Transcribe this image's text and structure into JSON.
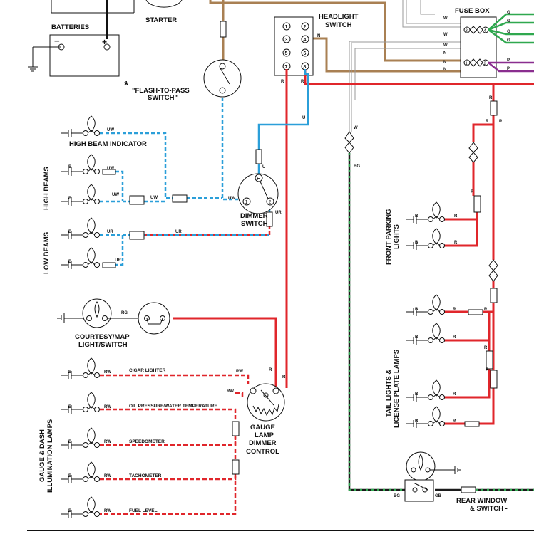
{
  "labels": {
    "batteries": "BATTERIES",
    "starter": "STARTER",
    "headlight_switch_1": "HEADLIGHT",
    "headlight_switch_2": "SWITCH",
    "fuse_box": "FUSE BOX",
    "flash_star": "*",
    "flash_1": "\"FLASH-TO-PASS",
    "flash_2": "SWITCH\"",
    "high_beam_indicator": "HIGH BEAM INDICATOR",
    "high_beams": "HIGH BEAMS",
    "low_beams": "LOW BEAMS",
    "dimmer_1": "DIMMER",
    "dimmer_2": "SWITCH",
    "courtesy_1": "COURTESY/MAP",
    "courtesy_2": "LIGHT/SWITCH",
    "gauge_dash_1": "GAUGE & DASH",
    "gauge_dash_2": "ILLUMINATION LAMPS",
    "cigar": "CIGAR LIGHTER",
    "oil": "OIL PRESSURE/WATER TEMPERATURE",
    "speedo": "SPEEDOMETER",
    "tacho": "TACHOMETER",
    "fuel": "FUEL LEVEL",
    "gauge_ctrl_1": "GAUGE",
    "gauge_ctrl_2": "LAMP",
    "gauge_ctrl_3": "DIMMER",
    "gauge_ctrl_4": "CONTROL",
    "front_park_1": "FRONT PARKING",
    "front_park_2": "LIGHTS",
    "tail_1": "TAIL LIGHTS &",
    "tail_2": "LICENSE PLATE LAMPS",
    "rear_window_1": "REAR WINDOW",
    "rear_window_2": "& SWITCH -"
  },
  "wire_codes": {
    "uw": "UW",
    "u": "U",
    "ur": "UR",
    "r": "R",
    "rw": "RW",
    "rg": "RG",
    "b": "B",
    "bg": "BG",
    "gb": "GB",
    "w": "W",
    "n": "N",
    "g": "G",
    "p": "P"
  },
  "terminals": {
    "headlight_switch": [
      "1",
      "2",
      "3",
      "4",
      "5",
      "6",
      "7",
      "8"
    ],
    "dimmer": [
      "1",
      "2",
      "F"
    ],
    "fuse_box": [
      "3",
      "4",
      "1",
      "2"
    ]
  },
  "colors": {
    "red": "#e0262b",
    "blue": "#2b9fd9",
    "brown": "#a98053",
    "green": "#2fa84f",
    "purple": "#8a2e8f",
    "black": "#1a1a1a",
    "white_wire": "#9a9a9a"
  }
}
